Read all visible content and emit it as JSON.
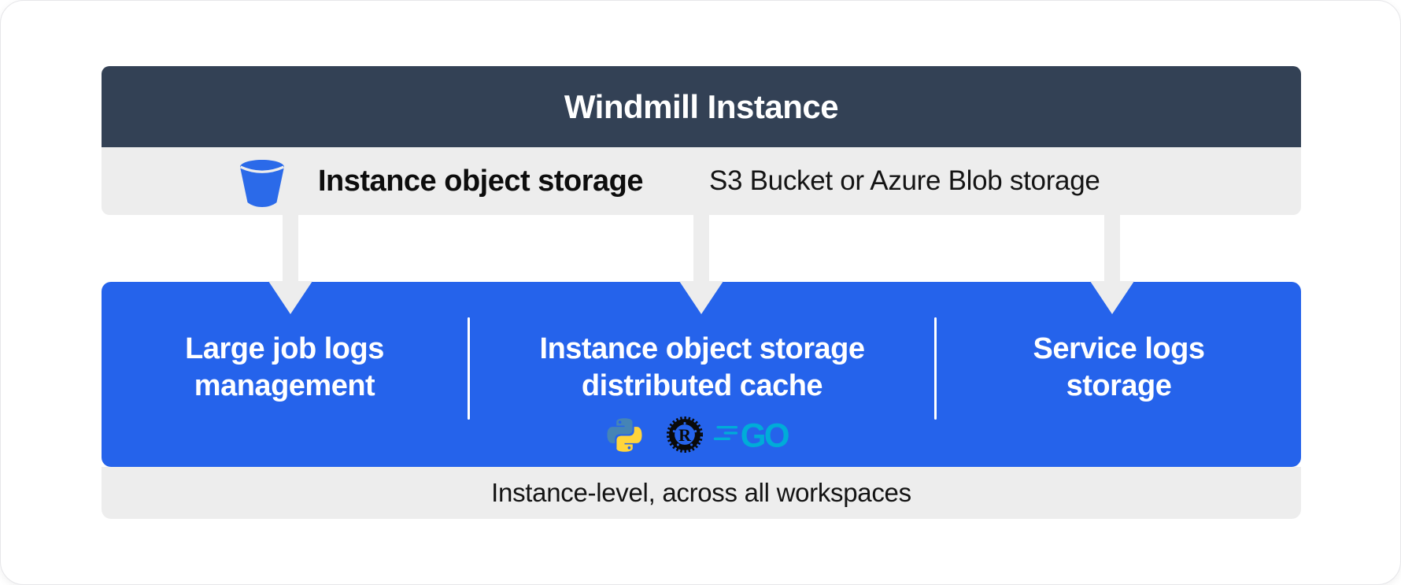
{
  "header": {
    "title": "Windmill Instance"
  },
  "subheader": {
    "icon": "bucket-icon",
    "label": "Instance object storage",
    "description": "S3 Bucket or Azure Blob storage"
  },
  "main": {
    "cells": [
      {
        "line1": "Large job logs",
        "line2": "management"
      },
      {
        "line1": "Instance object storage",
        "line2": "distributed cache",
        "icons": [
          "python-icon",
          "rust-icon",
          "go-icon"
        ],
        "rust_letter": "R",
        "go_text": "GO"
      },
      {
        "line1": "Service logs",
        "line2": "storage"
      }
    ]
  },
  "footer": {
    "text": "Instance-level, across all workspaces"
  },
  "colors": {
    "header_bg": "#334155",
    "accent_blue": "#2563eb",
    "bar_gray": "#ededed",
    "text_dark": "#0d0d0d",
    "python_blue": "#4584b6",
    "python_yellow": "#ffd43b",
    "rust_black": "#0a0a0a",
    "go_cyan": "#00acd8"
  }
}
